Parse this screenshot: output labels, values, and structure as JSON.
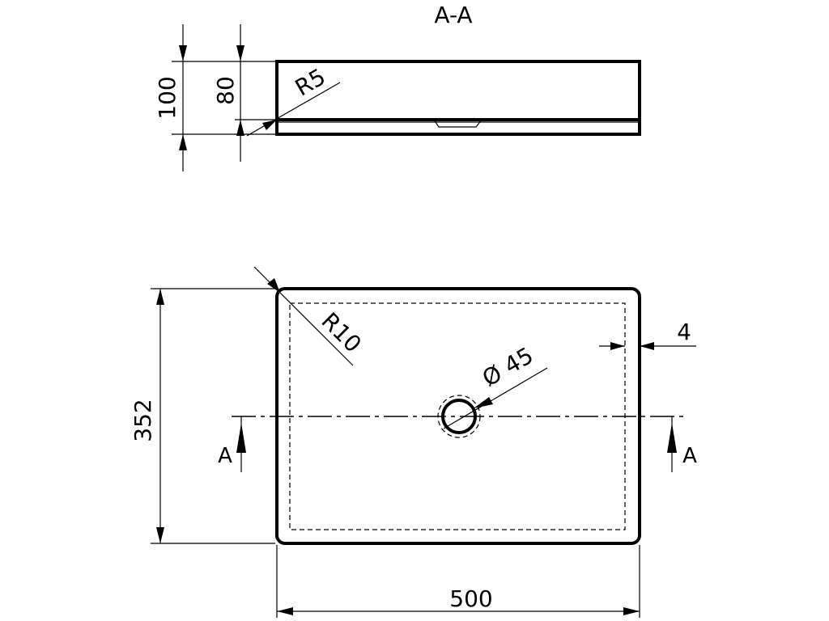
{
  "section": {
    "title": "A-A",
    "dim_total_height": "100",
    "dim_inner_height": "80",
    "radius_label": "R5"
  },
  "plan": {
    "radius_label": "R10",
    "drain_label": "Ø 45",
    "wall_label": "4",
    "width_label": "500",
    "depth_label": "352",
    "cut_left_label": "A",
    "cut_right_label": "A"
  }
}
